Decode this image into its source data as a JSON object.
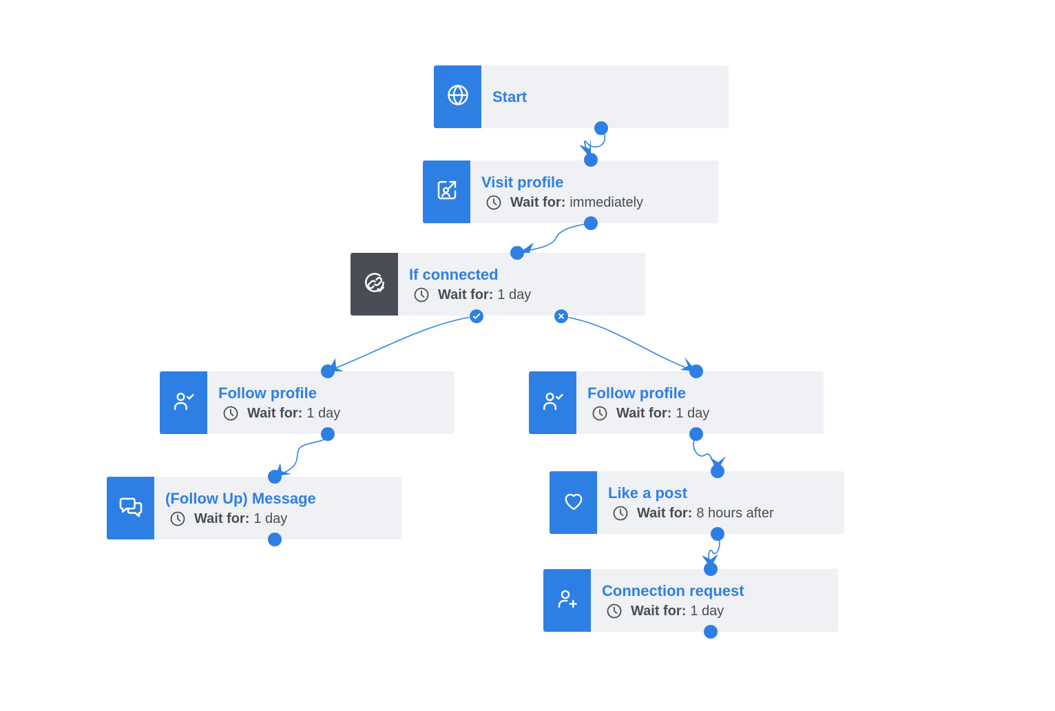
{
  "theme": {
    "accent": "#2e7fe4",
    "condition_icon_bg": "#4a4d55",
    "node_bg": "#f0f1f5",
    "wait_text": "#4a4c54"
  },
  "wait_label": "Wait for:",
  "nodes": [
    {
      "id": "start",
      "title": "Start",
      "icon": "globe-icon"
    },
    {
      "id": "visit",
      "title": "Visit profile",
      "icon": "visit-profile-icon",
      "wait": "immediately"
    },
    {
      "id": "cond",
      "title": "If connected",
      "icon": "link-check-icon",
      "wait": "1 day"
    },
    {
      "id": "followL",
      "title": "Follow profile",
      "icon": "user-check-icon",
      "wait": "1 day"
    },
    {
      "id": "followR",
      "title": "Follow profile",
      "icon": "user-check-icon",
      "wait": "1 day"
    },
    {
      "id": "message",
      "title": "(Follow Up) Message",
      "icon": "message-icon",
      "wait": "1 day"
    },
    {
      "id": "like",
      "title": "Like a post",
      "icon": "heart-icon",
      "wait": "8 hours after"
    },
    {
      "id": "connect",
      "title": "Connection request",
      "icon": "user-plus-icon",
      "wait": "1 day"
    }
  ],
  "edges": [
    {
      "from": "start",
      "to": "visit"
    },
    {
      "from": "visit",
      "to": "cond"
    },
    {
      "from": "cond",
      "to": "followL",
      "branch": "yes"
    },
    {
      "from": "cond",
      "to": "followR",
      "branch": "no"
    },
    {
      "from": "followL",
      "to": "message"
    },
    {
      "from": "followR",
      "to": "like"
    },
    {
      "from": "like",
      "to": "connect"
    }
  ]
}
